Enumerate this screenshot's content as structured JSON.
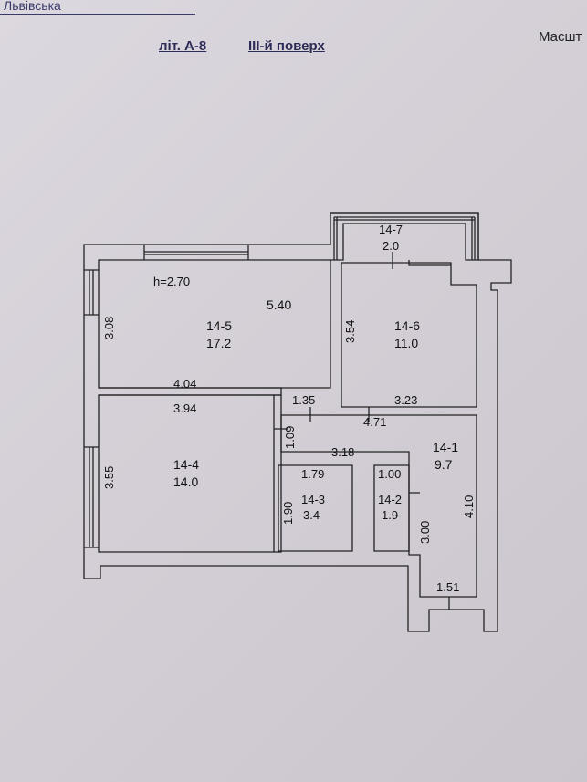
{
  "header": {
    "street": "Львівська",
    "lit": "літ. А-8",
    "floor": "ІІІ-й поверх",
    "scale_label": "Масшт"
  },
  "plan": {
    "height_note": "h=2.70",
    "rooms": [
      {
        "id": "14-5",
        "area": "17.2"
      },
      {
        "id": "14-6",
        "area": "11.0"
      },
      {
        "id": "14-7",
        "area": "2.0"
      },
      {
        "id": "14-4",
        "area": "14.0"
      },
      {
        "id": "14-3",
        "area": "3.4"
      },
      {
        "id": "14-2",
        "area": "1.9"
      },
      {
        "id": "14-1",
        "area": "9.7"
      }
    ],
    "dimensions": {
      "d540": "5.40",
      "d308": "3.08",
      "d404": "4.04",
      "d354": "3.54",
      "d135": "1.35",
      "d323": "3.23",
      "d394": "3.94",
      "d471": "4.71",
      "d109": "1.09",
      "d318": "3.18",
      "d355": "3.55",
      "d179": "1.79",
      "d100": "1.00",
      "d190": "1.90",
      "d300": "3.00",
      "d410": "4.10",
      "d151": "1.51"
    }
  }
}
